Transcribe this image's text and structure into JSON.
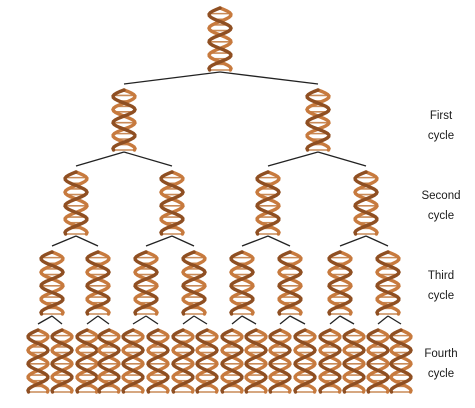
{
  "diagram": {
    "cycles": [
      {
        "line1": "First",
        "line2": "cycle"
      },
      {
        "line1": "Second",
        "line2": "cycle"
      },
      {
        "line1": "Third",
        "line2": "cycle"
      },
      {
        "line1": "Fourth",
        "line2": "cycle"
      }
    ],
    "colors": {
      "strand": "#c77a3e",
      "strand_dark": "#8f4f22",
      "rung": "#c98a57",
      "connector": "#222222"
    }
  }
}
